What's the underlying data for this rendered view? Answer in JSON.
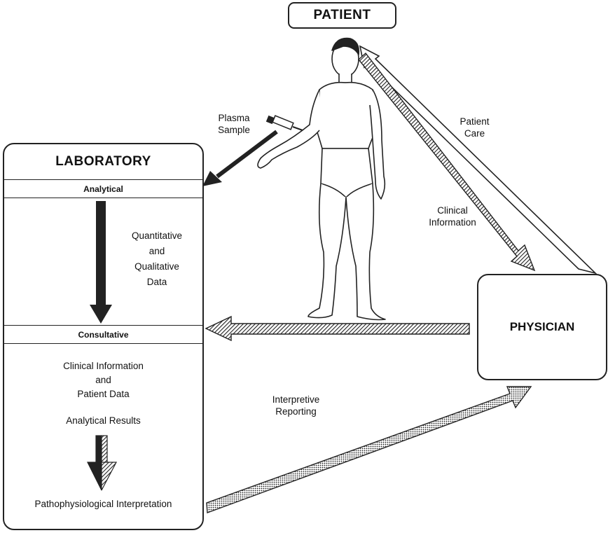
{
  "patient": {
    "label": "PATIENT"
  },
  "laboratory": {
    "title": "LABORATORY",
    "analytical": "Analytical",
    "data_line1": "Quantitative",
    "data_line2": "and",
    "data_line3": "Qualitative",
    "data_line4": "Data",
    "consultative": "Consultative",
    "clinical_line1": "Clinical Information",
    "clinical_line2": "and",
    "clinical_line3": "Patient Data",
    "analytical_results": "Analytical Results",
    "interpretation": "Pathophysiological Interpretation"
  },
  "physician": {
    "label": "PHYSICIAN"
  },
  "labels": {
    "plasma_line1": "Plasma",
    "plasma_line2": "Sample",
    "patient_care_line1": "Patient",
    "patient_care_line2": "Care",
    "clinical_info_line1": "Clinical",
    "clinical_info_line2": "Information",
    "interpretive_line1": "Interpretive",
    "interpretive_line2": "Reporting"
  }
}
